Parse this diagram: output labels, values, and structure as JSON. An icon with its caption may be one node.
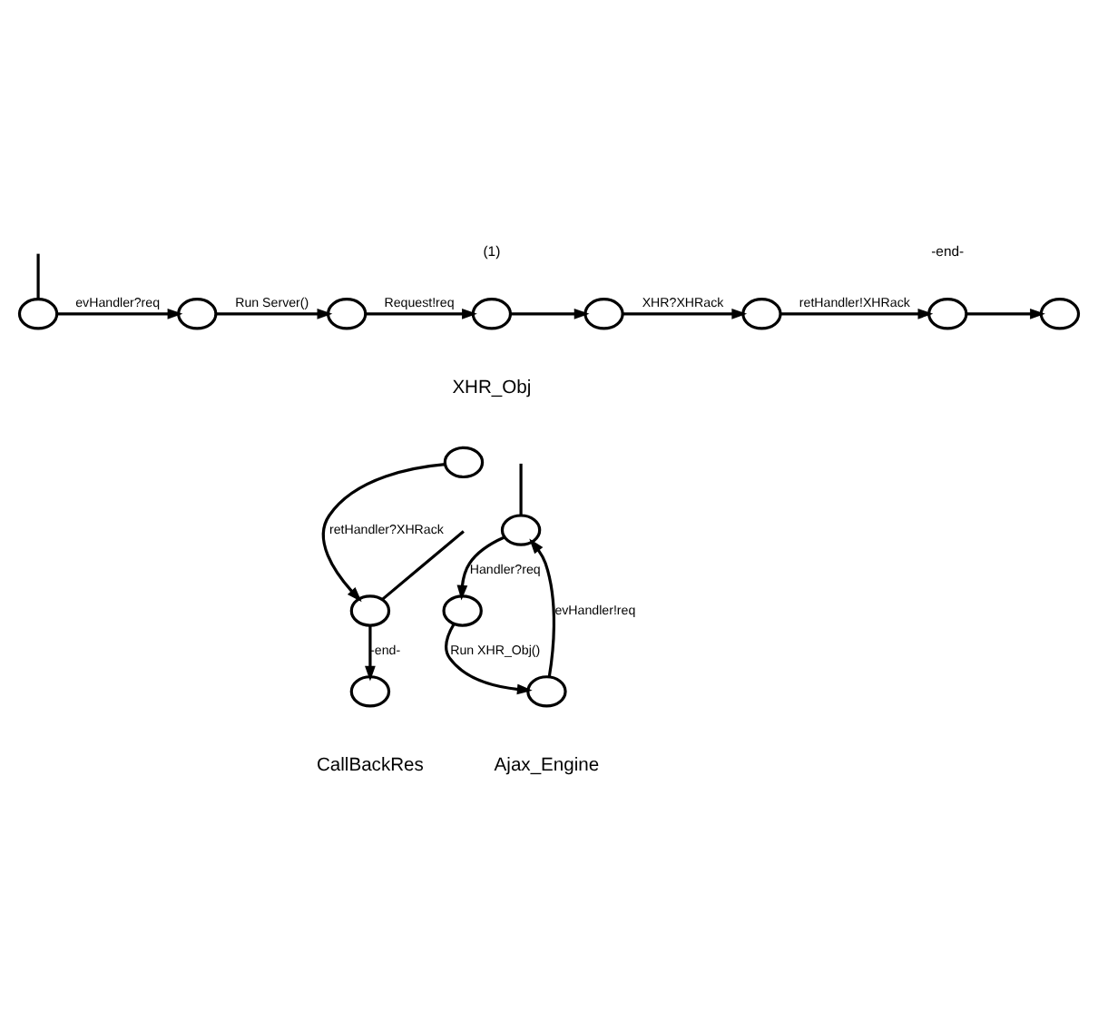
{
  "diagram": {
    "nodes": [
      {
        "text": [],
        "shape": "circle"
      },
      {
        "text": [],
        "shape": "circle"
      },
      {
        "text": [],
        "shape": "circle"
      },
      {
        "text": [],
        "shape": "circle",
        "beside": [
          "(1)"
        ]
      },
      {
        "text": [],
        "shape": "circle"
      },
      {
        "text": [],
        "shape": "circle"
      },
      {
        "text": [],
        "shape": "circle",
        "beside": [
          "-end-"
        ]
      },
      {
        "text": [],
        "shape": "circle"
      },
      {
        "text": [],
        "shape": "circle"
      },
      {
        "text": [],
        "shape": "circle"
      },
      {
        "text": [],
        "shape": "circle"
      },
      {
        "text": [],
        "shape": "circle"
      },
      {
        "text": [],
        "shape": "circle"
      },
      {
        "text": [],
        "shape": "circle"
      }
    ],
    "edges": [
      {
        "from": null,
        "to": 0,
        "arrow": "none"
      },
      {
        "from": 0,
        "to": 1,
        "arrow": "to",
        "label": "evHandler?req"
      },
      {
        "from": 1,
        "to": 2,
        "arrow": "to",
        "label": "Run Server()"
      },
      {
        "from": 2,
        "to": 3,
        "arrow": "to",
        "label": "Request!req"
      },
      {
        "from": 3,
        "to": 4,
        "arrow": "to"
      },
      {
        "from": 4,
        "to": 5,
        "arrow": "to",
        "label": "XHR?XHRack"
      },
      {
        "from": 5,
        "to": 6,
        "arrow": "to",
        "label": "retHandler!XHRack"
      },
      {
        "from": 6,
        "to": 7,
        "arrow": "to"
      },
      {
        "from": null,
        "to": 8,
        "arrow": "none"
      },
      {
        "from": 8,
        "to": 9,
        "arrow": "to",
        "label": "Handler?req"
      },
      {
        "from": 9,
        "to": 10,
        "arrow": "to",
        "label": "Run XHR_Obj()"
      },
      {
        "from": 10,
        "to": 8,
        "arrow": "to",
        "label": "evHandler!req"
      },
      {
        "from": null,
        "to": 12,
        "arrow": "none"
      },
      {
        "from": 11,
        "to": 12,
        "arrow": "to",
        "label": "retHandler?XHRack"
      },
      {
        "from": 12,
        "to": 13,
        "arrow": "to",
        "label": "-end-"
      }
    ],
    "labels": [
      "XHR_Obj",
      "Ajax_Engine",
      "CallBackRes"
    ]
  }
}
